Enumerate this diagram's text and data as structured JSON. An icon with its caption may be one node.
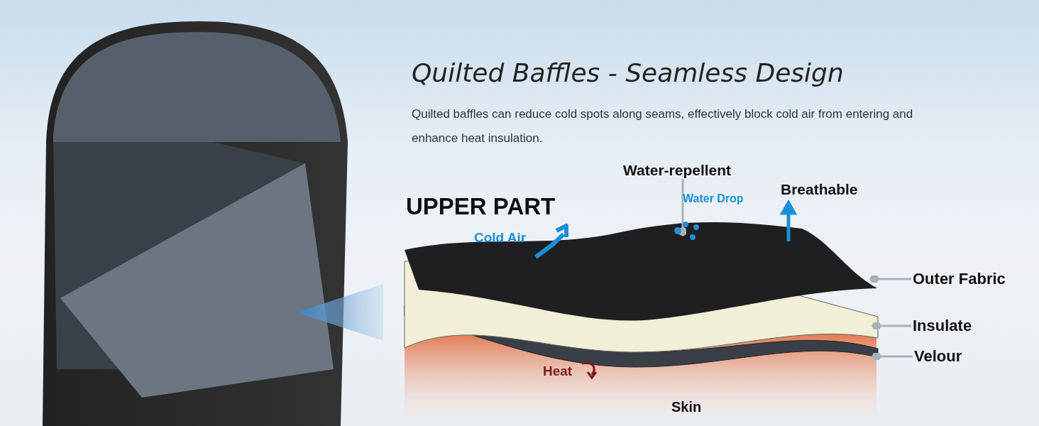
{
  "diagram": {
    "title": "Quilted Baffles - Seamless Design",
    "nodes": [
      {
        "text": [
          "Water-repellent"
        ]
      },
      {
        "text": [
          "Outer Fabric"
        ]
      },
      {
        "text": [
          "Insulate"
        ]
      },
      {
        "text": [
          "Velour"
        ]
      },
      {
        "text": [],
        "shape": "picture"
      },
      {
        "text": [],
        "shape": "picture"
      },
      {
        "text": [],
        "shape": "picture"
      }
    ],
    "edges": [
      {
        "from": 0,
        "to": 4,
        "arrow": "other"
      },
      {
        "from": 1,
        "to": 4,
        "arrow": "other"
      },
      {
        "from": 2,
        "to": 5,
        "arrow": "other"
      },
      {
        "from": 3,
        "to": 6,
        "arrow": "other"
      }
    ],
    "labels": [
      "Quilted baffles can reduce cold spots along seams, effectively block cold air from entering and enhance heat insulation.",
      "UPPER PART",
      "Water Drop",
      "Breathable",
      "Cold Air",
      "Heat",
      "Skin"
    ]
  }
}
